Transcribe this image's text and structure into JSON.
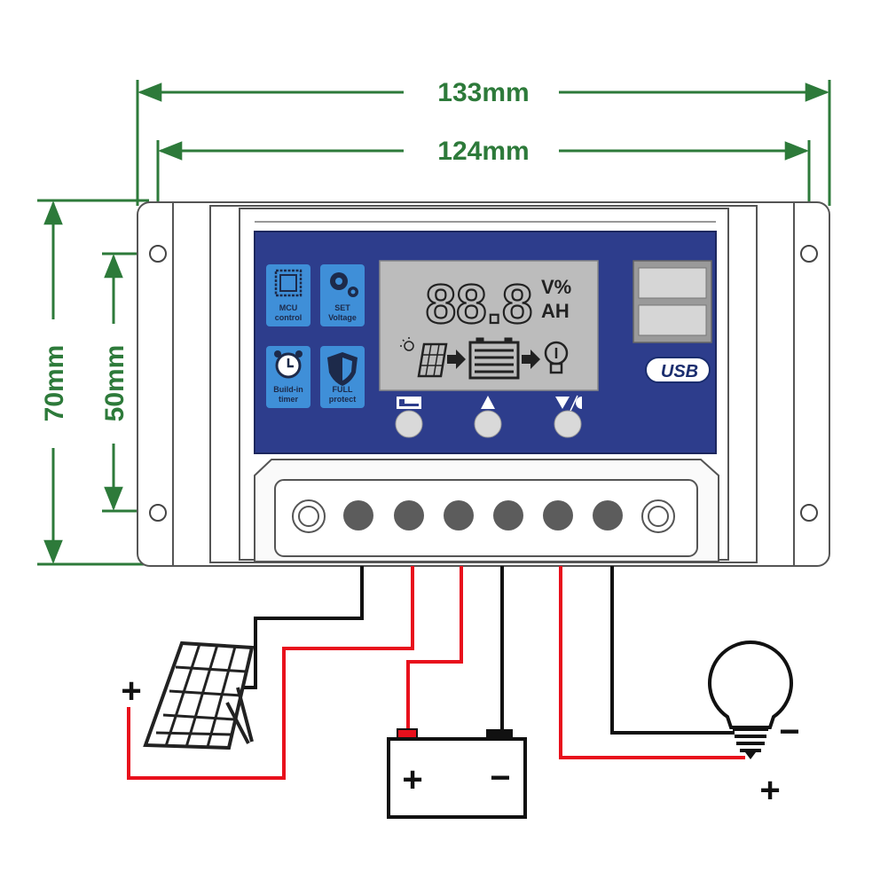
{
  "dimensions": {
    "overall_width": "133mm",
    "hole_spacing_width": "124mm",
    "overall_height": "70mm",
    "hole_spacing_height": "50mm"
  },
  "panel": {
    "badges": [
      {
        "id": "mcu",
        "label_1": "MCU",
        "label_2": "control"
      },
      {
        "id": "set",
        "label_1": "SET",
        "label_2": "Voltage"
      },
      {
        "id": "timer",
        "label_1": "Build-in",
        "label_2": "timer"
      },
      {
        "id": "protect",
        "label_1": "FULL",
        "label_2": "protect"
      }
    ],
    "lcd": {
      "digits": "88.8",
      "unit_top": "V%",
      "unit_bottom": "AH"
    },
    "usb_label": "USB"
  },
  "wiring": {
    "solar_plus": "+",
    "battery_plus": "+",
    "battery_minus": "−",
    "load_minus": "−",
    "load_plus": "+"
  },
  "colors": {
    "dimension_line": "#2d7a3a",
    "panel_blue": "#2d3d8c",
    "wire_red": "#e8101c",
    "wire_black": "#111111",
    "badge_blue": "#3f8fd8",
    "lcd_gray": "#bcbcbc"
  }
}
